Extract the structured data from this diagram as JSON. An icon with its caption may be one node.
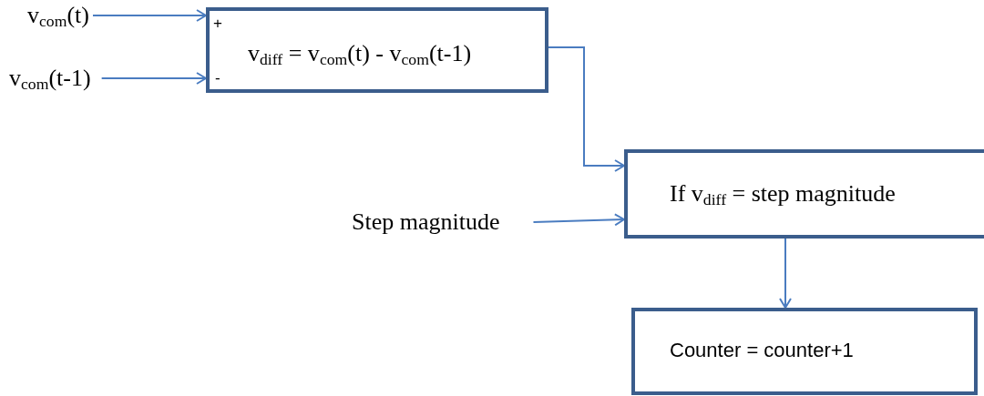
{
  "diagram": {
    "nodes": [
      {
        "text": [
          "v$_{com}$(t)"
        ]
      },
      {
        "text": [
          "v$_{com}$(t-1)"
        ]
      },
      {
        "text": [
          "+",
          "v$_{diff}$ = v$_{com}$(t) - v$_{com}$(t-1)",
          "-"
        ]
      },
      {
        "text": [
          "Step magnitude"
        ]
      },
      {
        "text": [
          "If v$_{diff}$ = step magnitude"
        ]
      },
      {
        "text": [
          "Counter = counter+1"
        ]
      }
    ],
    "edges": [
      {
        "from": 0,
        "to": 2,
        "arrow": "to"
      },
      {
        "from": 1,
        "to": 2,
        "arrow": "to"
      },
      {
        "from": 2,
        "to": 4,
        "arrow": "to"
      },
      {
        "from": 3,
        "to": 4,
        "arrow": "to"
      },
      {
        "from": 4,
        "to": 5,
        "arrow": "to"
      }
    ]
  }
}
